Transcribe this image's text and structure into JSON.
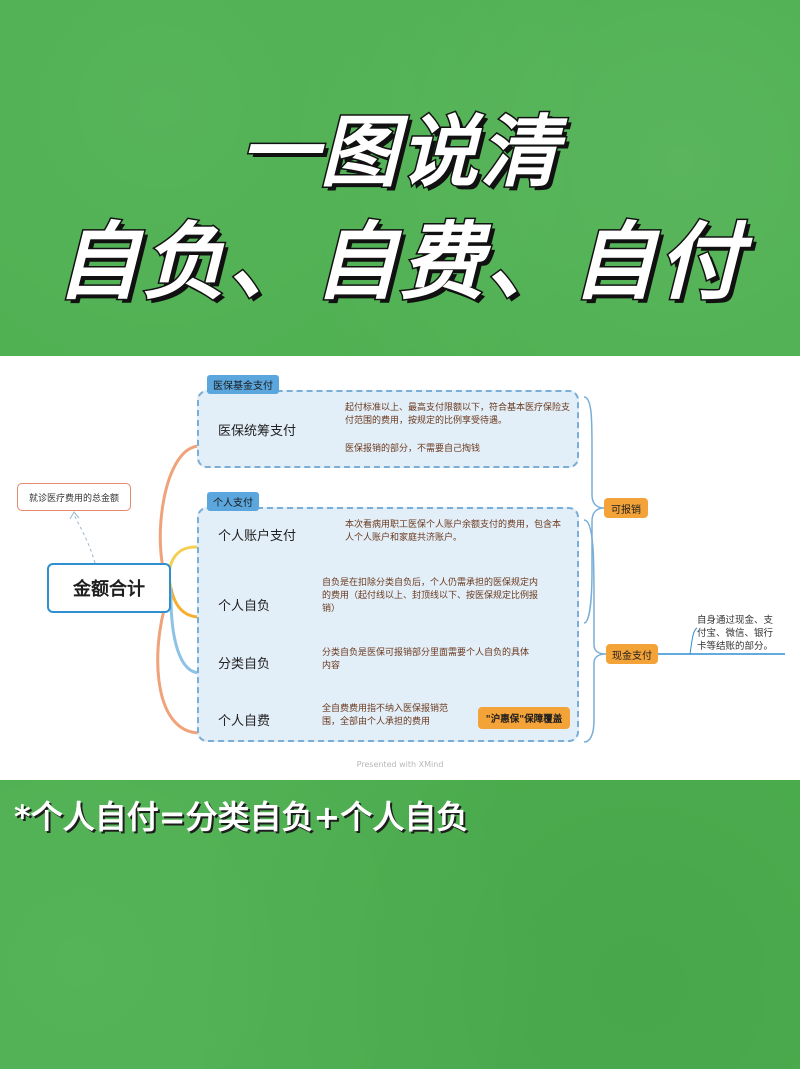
{
  "headline": {
    "line1": "一图说清",
    "line2": "自负、自费、自付"
  },
  "diagram": {
    "root": "金额合计",
    "root_note": "就诊医疗费用的总金额",
    "groups": {
      "fund": {
        "tag": "医保基金支付",
        "node": "医保统筹支付",
        "desc1": "起付标准以上、最高支付限额以下，符合基本医疗保险支付范围的费用，按规定的比例享受待遇。",
        "desc2": "医保报销的部分，不需要自己掏钱"
      },
      "personal": {
        "tag": "个人支付",
        "items": [
          {
            "node": "个人账户支付",
            "desc": "本次看病用职工医保个人账户余额支付的费用，包含本人个人账户和家庭共济账户。"
          },
          {
            "node": "个人自负",
            "desc": "自负是在扣除分类自负后，个人仍需承担的医保规定内的费用（起付线以上、封顶线以下、按医保规定比例报销）"
          },
          {
            "node": "分类自负",
            "desc": "分类自负是医保可报销部分里面需要个人自负的具体内容"
          },
          {
            "node": "个人自费",
            "desc": "全自费费用指不纳入医保报销范围，全部由个人承担的费用"
          }
        ]
      }
    },
    "tags": {
      "reimbursable": "可报销",
      "cash": "现金支付",
      "huhuibao": "\"沪惠保\"保障覆盖"
    },
    "cash_note": "自身通过现金、支付宝、微信、银行卡等结账的部分。",
    "watermark": "Presented with XMind"
  },
  "formula": "*个人自付=分类自负+个人自负",
  "colors": {
    "background": "#4caf4f",
    "accent_blue": "#5aa6dd",
    "accent_orange": "#f4a338"
  }
}
